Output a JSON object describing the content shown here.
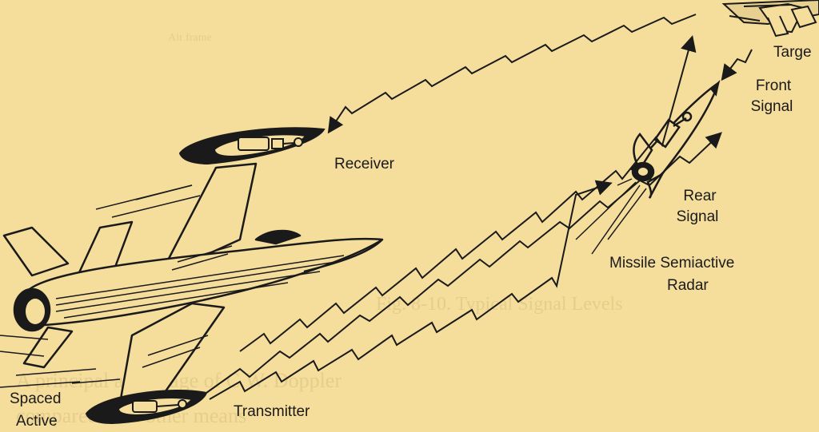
{
  "labels": {
    "target": "Targe",
    "front_signal_1": "Front",
    "front_signal_2": "Signal",
    "receiver": "Receiver",
    "rear_signal_1": "Rear",
    "rear_signal_2": "Signal",
    "missile_semiactive": "Missile  Semiactive",
    "radar": "Radar",
    "spaced": "Spaced",
    "active": "Active",
    "transmitter": "Transmitter"
  },
  "colors": {
    "paper": "#f5dd9c",
    "ink": "#1a1a1a",
    "show_through": "#d8c07d"
  }
}
